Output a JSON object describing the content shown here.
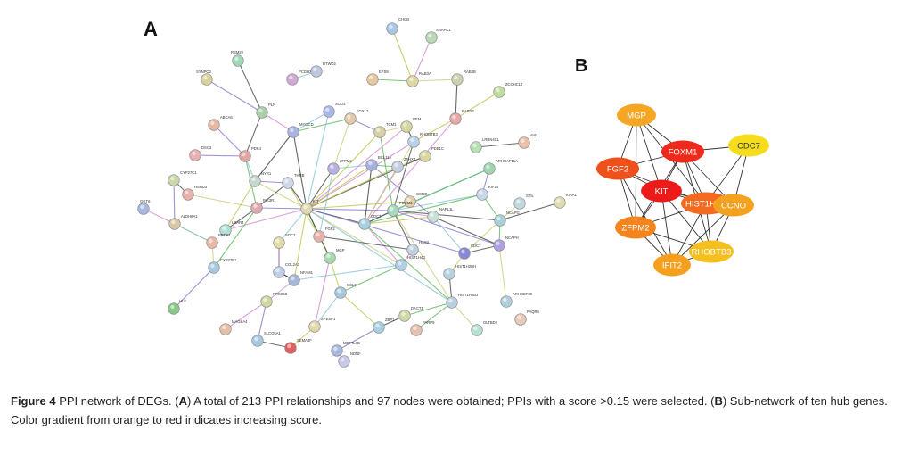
{
  "panels": {
    "a": {
      "letter": "A"
    },
    "b": {
      "letter": "B"
    }
  },
  "network_a": {
    "nodes": [
      {
        "label": "CHGB",
        "color": "#a9c8e8"
      },
      {
        "label": "SNAPK1",
        "color": "#b9d9b8"
      },
      {
        "label": "RBM20",
        "color": "#9fd7b7"
      },
      {
        "label": "SYNPO2",
        "color": "#d9d29b"
      },
      {
        "label": "PCDH7",
        "color": "#d4a8d8"
      },
      {
        "label": "DTWD2",
        "color": "#bcc8e0"
      },
      {
        "label": "EPS8",
        "color": "#e7c8a0"
      },
      {
        "label": "RAB3A",
        "color": "#dcd8a0"
      },
      {
        "label": "RAB3B",
        "color": "#c9d4ae"
      },
      {
        "label": "ZCCHC12",
        "color": "#c2dca0"
      },
      {
        "label": "ABCA6",
        "color": "#e3b8a0"
      },
      {
        "label": "PLN",
        "color": "#a9cfa6"
      },
      {
        "label": "SOD3",
        "color": "#a8b8e8"
      },
      {
        "label": "FOXL2",
        "color": "#e3c9a6"
      },
      {
        "label": "MYOCD",
        "color": "#a9b4e4"
      },
      {
        "label": "RAB3B",
        "color": "#e7a8a8"
      },
      {
        "label": "AVIL",
        "color": "#e8c0a8"
      },
      {
        "label": "DSC3",
        "color": "#e8b0b0"
      },
      {
        "label": "PDK4",
        "color": "#e0a8a0"
      },
      {
        "label": "TCM1",
        "color": "#d8cfa6"
      },
      {
        "label": "DEM",
        "color": "#d6d6a0"
      },
      {
        "label": "RHOBTB3",
        "color": "#b8d0e8"
      },
      {
        "label": "LRRN4CL",
        "color": "#b8e0b4"
      },
      {
        "label": "CYP27C1",
        "color": "#c9d8a6"
      },
      {
        "label": "NYR1",
        "color": "#c4d8ce"
      },
      {
        "label": "ZFPM2",
        "color": "#b8b0e0"
      },
      {
        "label": "BCL11A",
        "color": "#a8b0e0"
      },
      {
        "label": "ZFHX4",
        "color": "#c4cfe0"
      },
      {
        "label": "PDE1C",
        "color": "#d8d8a0"
      },
      {
        "label": "ARHGAP11A",
        "color": "#9fd6b0"
      },
      {
        "label": "HSHD3",
        "color": "#e8b0a8"
      },
      {
        "label": "THRB",
        "color": "#cfd8e8"
      },
      {
        "label": "CCNO",
        "color": "#e0d0a8"
      },
      {
        "label": "GGT6",
        "color": "#a8b8e0"
      },
      {
        "label": "PIK3R1",
        "color": "#e0a8b0"
      },
      {
        "label": "KIF14",
        "color": "#c8d8e8"
      },
      {
        "label": "STIL",
        "color": "#c0d8e0"
      },
      {
        "label": "KIAA1",
        "color": "#e0dcb0"
      },
      {
        "label": "ALDH8A1",
        "color": "#d8c8a6"
      },
      {
        "label": "LRAR4",
        "color": "#b0e0d8"
      },
      {
        "label": "KIT",
        "color": "#e0d8b0"
      },
      {
        "label": "CDC7",
        "color": "#a8d0e0"
      },
      {
        "label": "FOXM1",
        "color": "#a8d8c0"
      },
      {
        "label": "NAPL1L",
        "color": "#c8e0d8"
      },
      {
        "label": "NCAPG",
        "color": "#a8d0d8"
      },
      {
        "label": "PRDK1",
        "color": "#e8b8a8"
      },
      {
        "label": "SOC2",
        "color": "#e0dca8"
      },
      {
        "label": "FGF2",
        "color": "#e8b0a8"
      },
      {
        "label": "HAS3",
        "color": "#c0d0e0"
      },
      {
        "label": "NCAPH",
        "color": "#b0a0e0"
      },
      {
        "label": "CYP27B1",
        "color": "#a8c8e0"
      },
      {
        "label": "HIST1H4D",
        "color": "#b0d0e8"
      },
      {
        "label": "CDC7",
        "color": "#8888d8"
      },
      {
        "label": "COL2A1",
        "color": "#c0d0e8"
      },
      {
        "label": "MGP",
        "color": "#a8d8b0"
      },
      {
        "label": "NFAM1",
        "color": "#a8b8d8"
      },
      {
        "label": "HIST1H2BH",
        "color": "#b8d0e0"
      },
      {
        "label": "HLF",
        "color": "#88c888"
      },
      {
        "label": "PRSS50",
        "color": "#d0d8a0"
      },
      {
        "label": "CCL7",
        "color": "#a8c8e0"
      },
      {
        "label": "HIST1H2BJ",
        "color": "#b8d0e0"
      },
      {
        "label": "ARHGEF39",
        "color": "#b0d0e0"
      },
      {
        "label": "DACT1",
        "color": "#d0d8a8"
      },
      {
        "label": "SPESP1",
        "color": "#e0d8a8"
      },
      {
        "label": "MAGEA4",
        "color": "#e8c0a8"
      },
      {
        "label": "SLCO5A1",
        "color": "#a8c8e0"
      },
      {
        "label": "SEMA3F",
        "color": "#e06060"
      },
      {
        "label": "ZBP1",
        "color": "#a8d0e0"
      },
      {
        "label": "PARP9",
        "color": "#e8c0b0"
      },
      {
        "label": "GLTBD2",
        "color": "#b8e0d0"
      },
      {
        "label": "PAQR4",
        "color": "#e8c8b8"
      },
      {
        "label": "METTL7B",
        "color": "#a8b8e0"
      },
      {
        "label": "NDNF",
        "color": "#c8c8e8"
      }
    ]
  },
  "network_b": {
    "nodes": [
      {
        "label": "MGP",
        "color": "#f5a623"
      },
      {
        "label": "FOXM1",
        "color": "#ee2a1c"
      },
      {
        "label": "CDC7",
        "color": "#f4dd1e"
      },
      {
        "label": "FGF2",
        "color": "#f0501c"
      },
      {
        "label": "KIT",
        "color": "#ee1a1a"
      },
      {
        "label": "HIST1H4D",
        "color": "#f26a1e"
      },
      {
        "label": "CCNO",
        "color": "#f4a21e"
      },
      {
        "label": "ZFPM2",
        "color": "#f4851e"
      },
      {
        "label": "RHOBTB3",
        "color": "#f5bf1e"
      },
      {
        "label": "IFIT2",
        "color": "#f59f1e"
      }
    ]
  },
  "caption": {
    "fig_label": "Figure 4",
    "fig_title": " PPI network of DEGs. (",
    "a_letter": "A",
    "a_text": ") A total of 213 PPI relationships and 97 nodes were obtained; PPIs with a score >0.15 were selected. (",
    "b_letter": "B",
    "b_text": ") Sub-network of ten hub genes.",
    "line2": "Color gradient from orange to red indicates increasing score."
  }
}
